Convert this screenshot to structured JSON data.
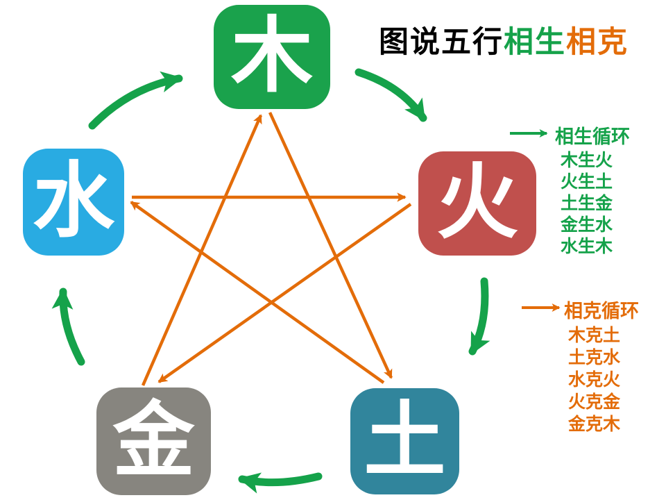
{
  "title": {
    "black_part": "图说五行",
    "sheng_part": "相生",
    "ke_part": "相克"
  },
  "colors": {
    "wood_green": "#1aa24c",
    "fire_red": "#c0504d",
    "earth_teal": "#31859c",
    "metal_gray": "#87857f",
    "water_blue": "#29abe2",
    "sheng_green": "#15a24a",
    "ke_orange": "#e36c09",
    "title_black": "#000000",
    "char_white": "#ffffff"
  },
  "elements": [
    {
      "id": "wood",
      "char": "木",
      "color": "#1aa24c"
    },
    {
      "id": "fire",
      "char": "火",
      "color": "#c0504d"
    },
    {
      "id": "earth",
      "char": "土",
      "color": "#31859c"
    },
    {
      "id": "metal",
      "char": "金",
      "color": "#87857f"
    },
    {
      "id": "water",
      "char": "水",
      "color": "#29abe2"
    }
  ],
  "legend_sheng": {
    "title": "相生循环",
    "items": [
      "木生火",
      "火生土",
      "土生金",
      "金生水",
      "水生木"
    ]
  },
  "legend_ke": {
    "title": "相克循环",
    "items": [
      "木克土",
      "土克水",
      "水克火",
      "火克金",
      "金克木"
    ]
  }
}
